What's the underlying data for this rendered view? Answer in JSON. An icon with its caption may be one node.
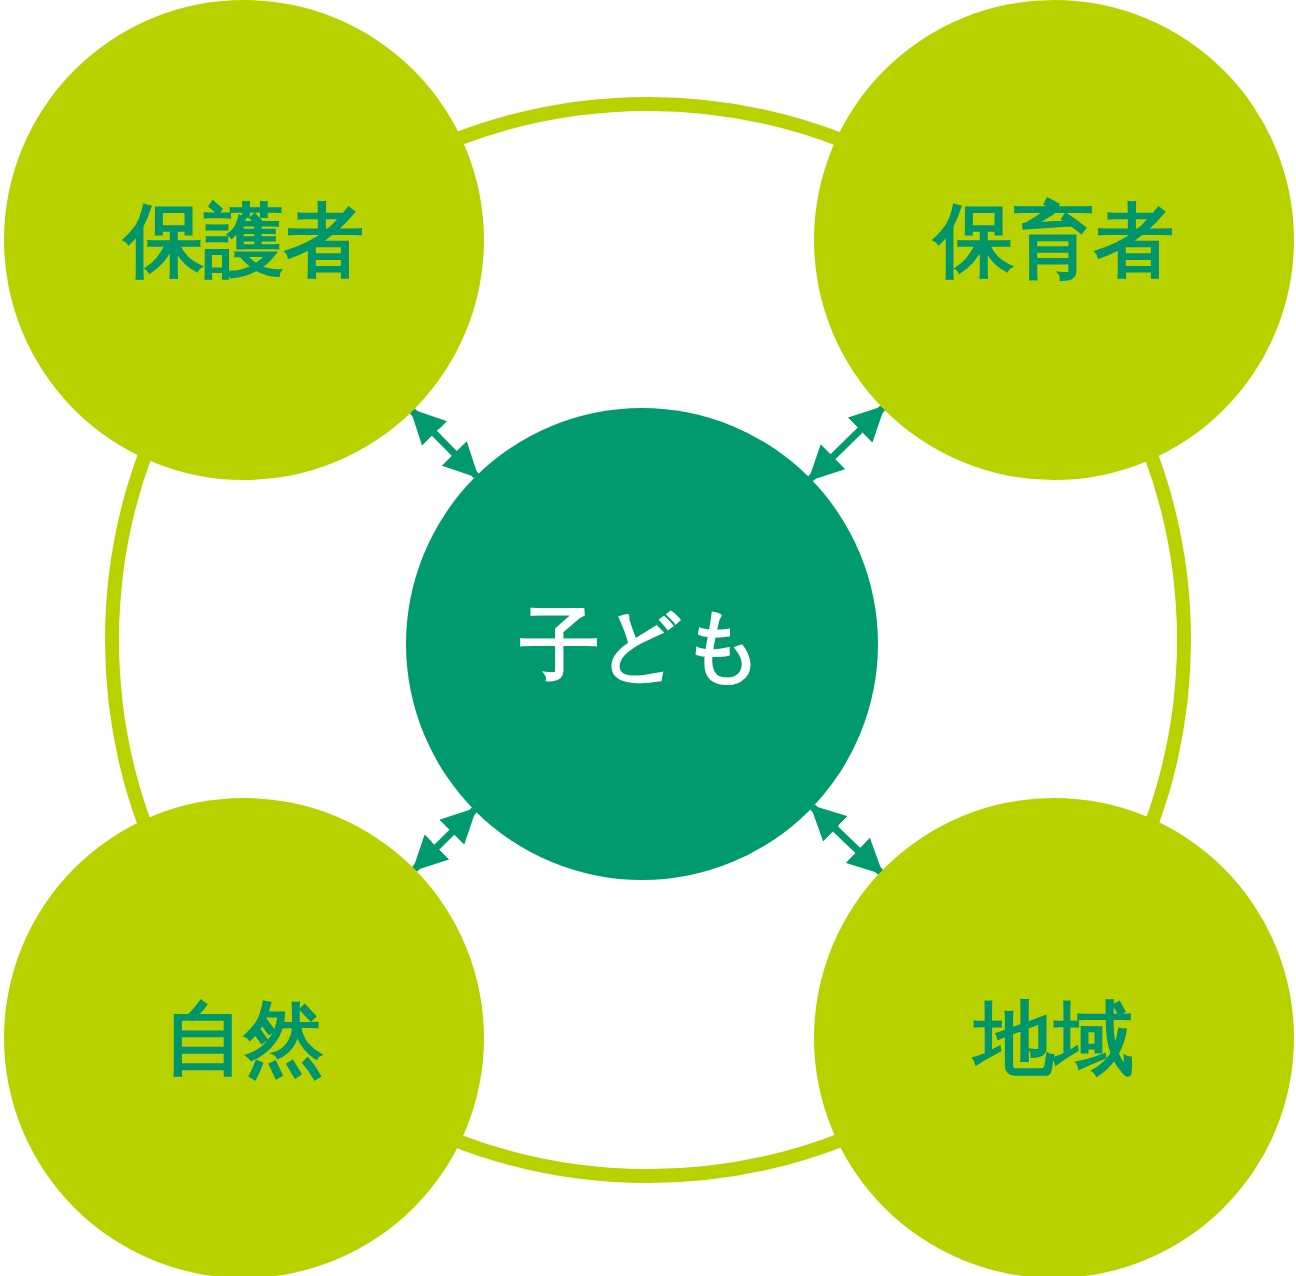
{
  "diagram": {
    "nodes": [
      {
        "text": [
          "保護者"
        ]
      },
      {
        "text": [
          "保育者"
        ]
      },
      {
        "text": [
          "子ども"
        ]
      },
      {
        "text": [
          "自然"
        ]
      },
      {
        "text": [
          "地域"
        ]
      }
    ],
    "edges": [
      {
        "from": 2,
        "to": 0,
        "arrow": "both"
      },
      {
        "from": 2,
        "to": 1,
        "arrow": "both"
      },
      {
        "from": 2,
        "to": 3,
        "arrow": "both"
      },
      {
        "from": 2,
        "to": 4,
        "arrow": "both"
      },
      {
        "from": 0,
        "to": 1,
        "arrow": "none",
        "color": "#b8d200",
        "style": "thick"
      },
      {
        "from": 1,
        "to": 4,
        "arrow": "none",
        "color": "#b8d200",
        "style": "thick"
      },
      {
        "from": 4,
        "to": 3,
        "arrow": "none",
        "color": "#b8d200",
        "style": "thick"
      },
      {
        "from": 3,
        "to": 0,
        "arrow": "none",
        "color": "#b8d200",
        "style": "thick"
      }
    ]
  }
}
